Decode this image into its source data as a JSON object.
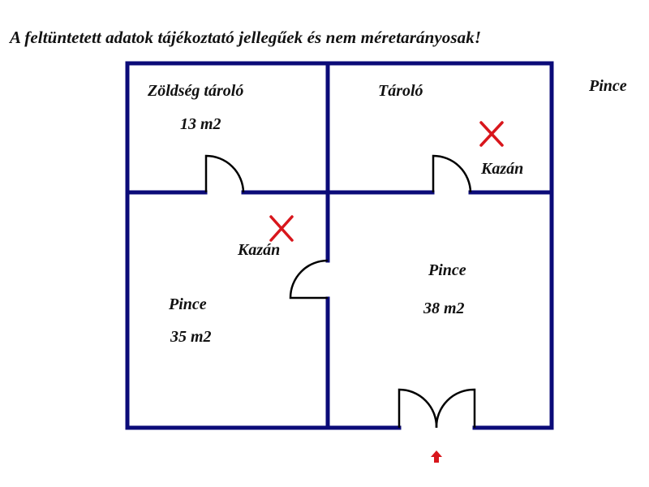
{
  "disclaimer": "A feltüntetett adatok tájékoztató jellegűek és nem méretarányosak!",
  "floor_label": "Pince",
  "colors": {
    "wall": "#0b0b78",
    "door": "#000000",
    "marker": "#d8161c",
    "text": "#111111"
  },
  "rooms": [
    {
      "name": "Zöldség tároló",
      "area": "13 m2"
    },
    {
      "name": "Tároló",
      "area": ""
    },
    {
      "name": "Pince",
      "area": "35 m2"
    },
    {
      "name": "Pince",
      "area": "38 m2"
    }
  ],
  "boilers": [
    {
      "label": "Kazán",
      "room": "Tároló"
    },
    {
      "label": "Kazán",
      "room": "Pince 35 m2"
    }
  ],
  "entrance": {
    "icon": "arrow-up-icon"
  }
}
